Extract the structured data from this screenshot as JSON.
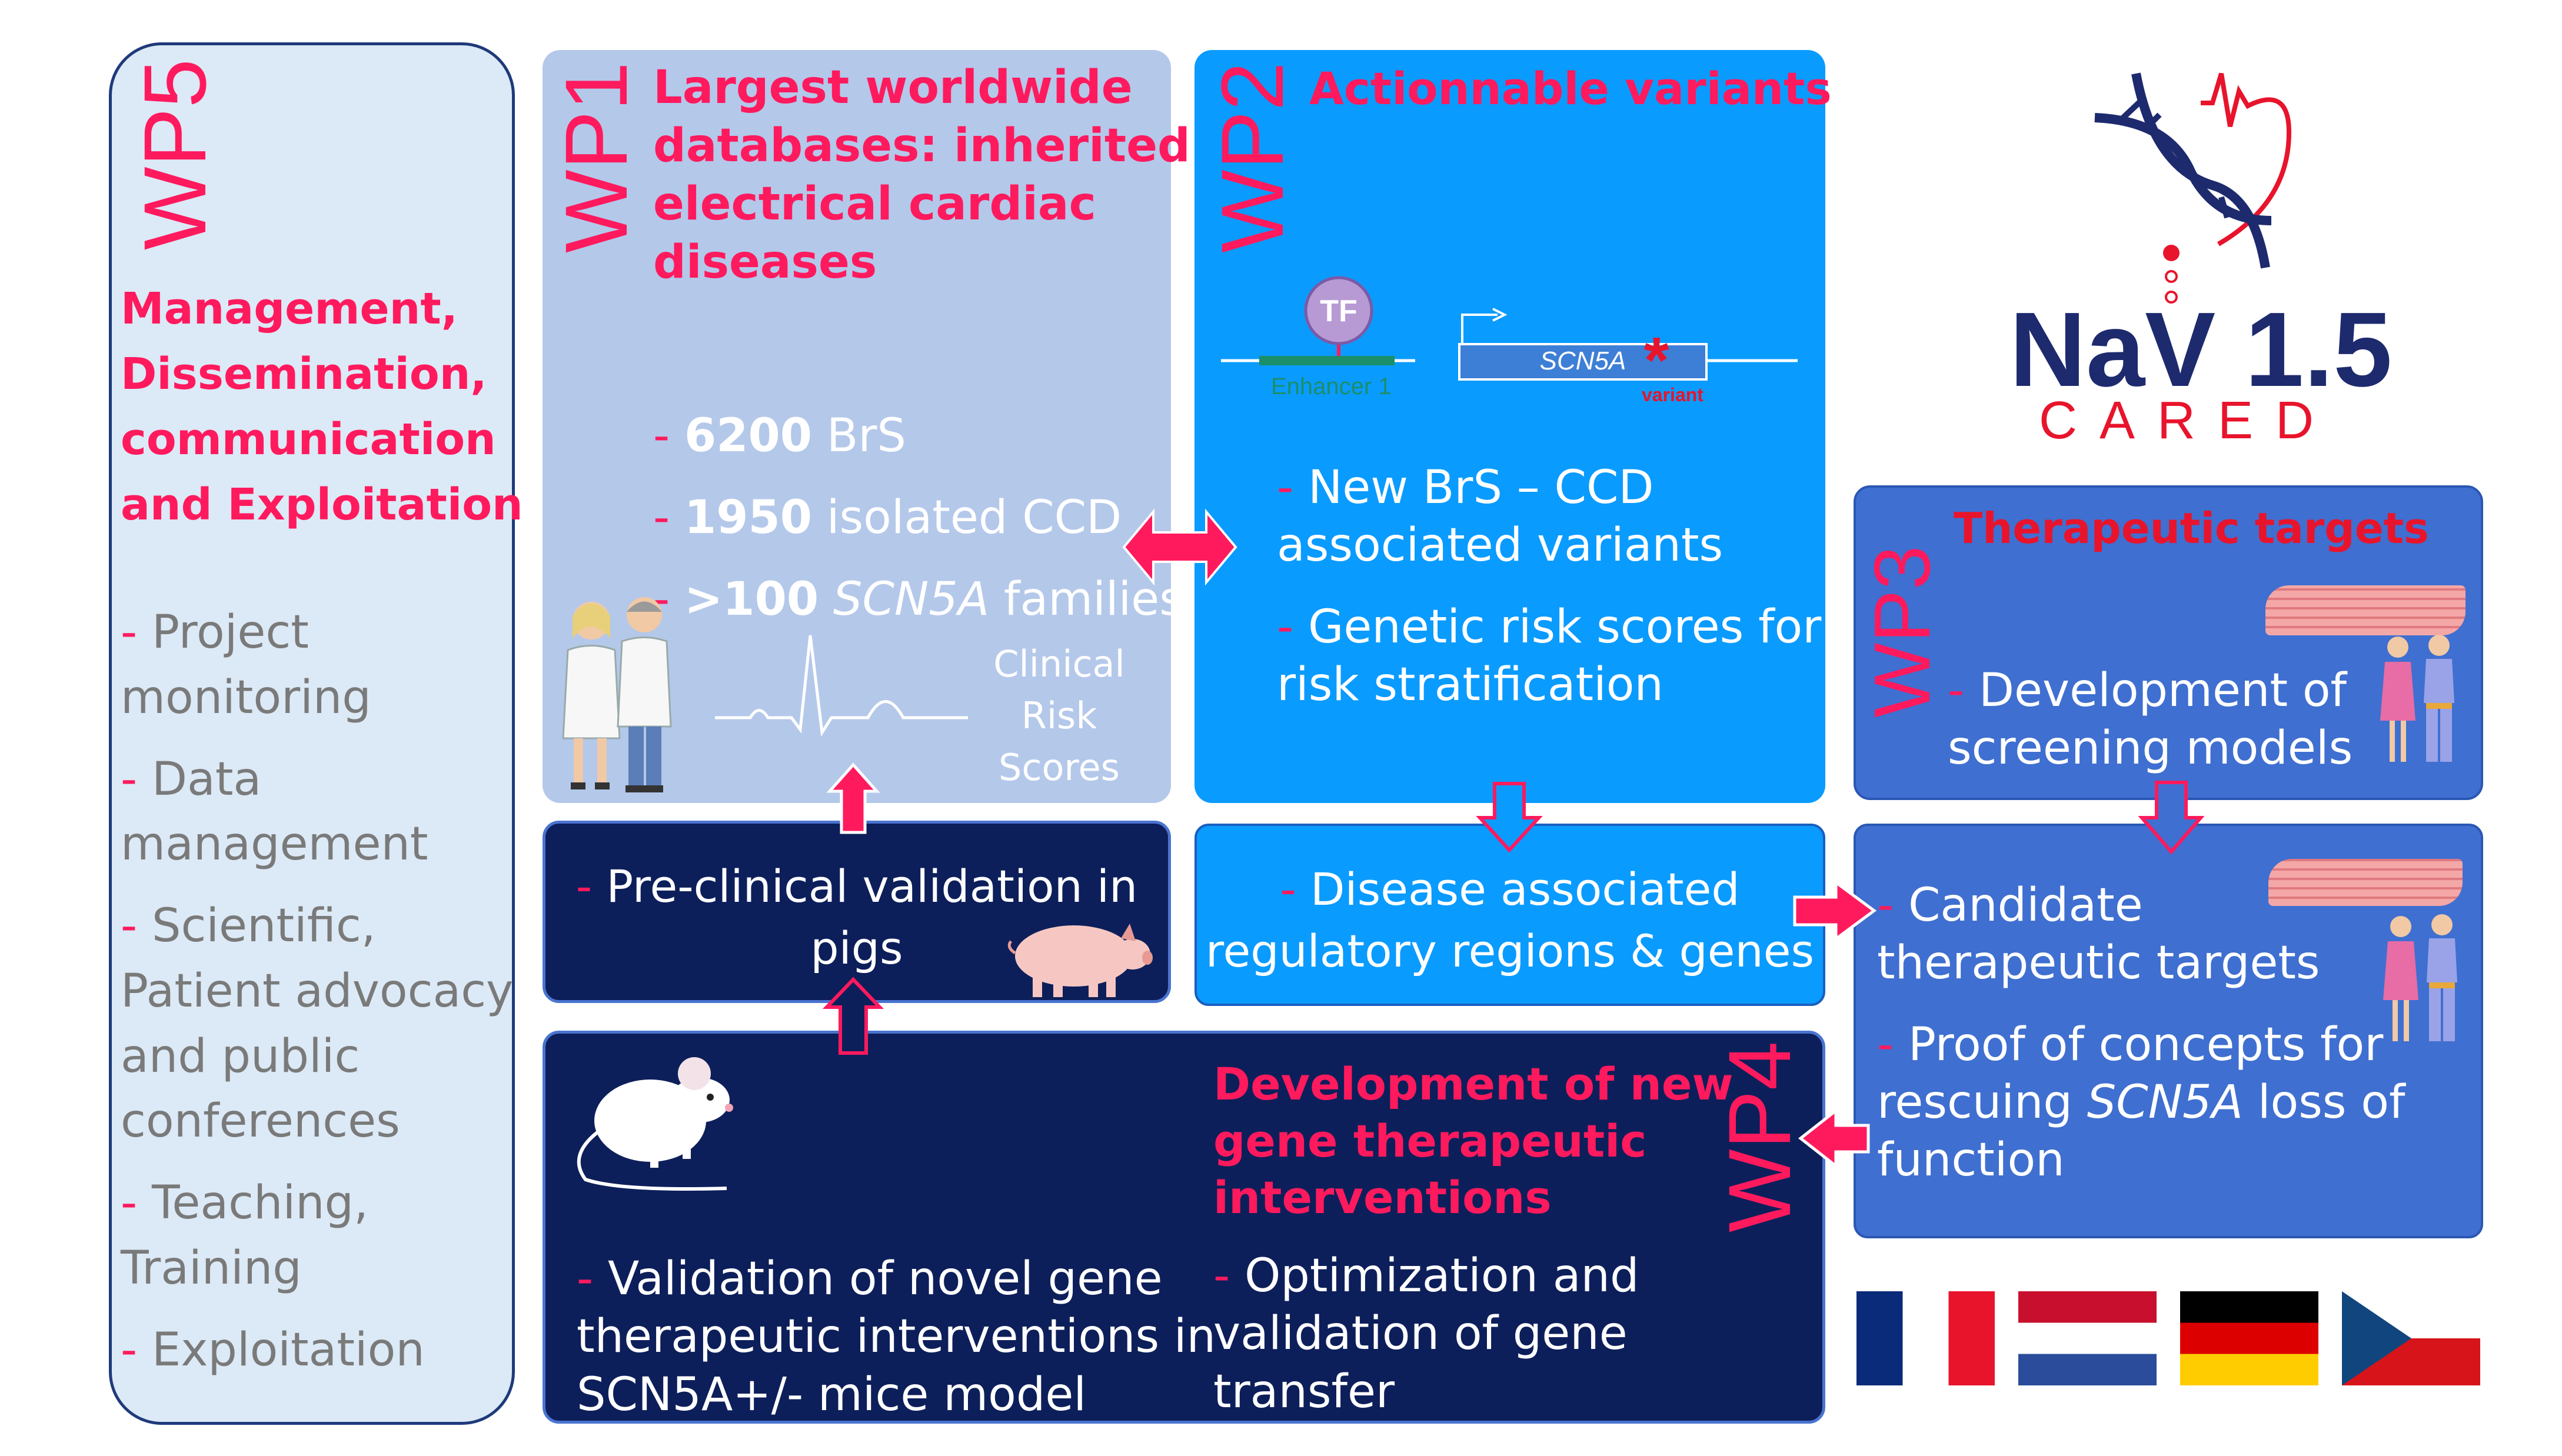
{
  "wp5": {
    "tag": "WP5",
    "title": [
      "Management,",
      "Dissemination,",
      "communication",
      "and Exploitation"
    ],
    "items": [
      [
        "- ",
        "Project",
        "monitoring"
      ],
      [
        "- ",
        "Data",
        "management"
      ],
      [
        "- ",
        "Scientific,",
        "Patient advocacy",
        "and public",
        "conferences"
      ],
      [
        "- ",
        "Teaching,",
        "Training"
      ],
      [
        "- ",
        "Exploitation"
      ]
    ]
  },
  "wp1": {
    "tag": "WP1",
    "title": [
      "Largest worldwide",
      "databases: inherited",
      "electrical cardiac",
      "diseases"
    ],
    "stats": [
      {
        "bullet": "- ",
        "num": "6200",
        "rest": " BrS"
      },
      {
        "bullet": "- ",
        "num": "1950",
        "rest": " isolated CCD"
      },
      {
        "bullet": "- ",
        "num": ">100",
        "italic": " SCN5A",
        "rest": " families"
      }
    ],
    "clinical": [
      "Clinical",
      "Risk",
      "Scores"
    ],
    "doctors_icon": "doctors-icon",
    "ecg_icon": "ecg-trace-icon"
  },
  "wp2": {
    "tag": "WP2",
    "title": "Actionnable variants",
    "tf_label": "TF",
    "enhancer_label": "Enhancer 1",
    "gene_label": "SCN5A",
    "variant_label": "variant",
    "items": [
      [
        "- ",
        "New BrS – CCD",
        "associated variants"
      ],
      [
        "- ",
        "Genetic risk scores for",
        "risk stratification"
      ]
    ]
  },
  "logo": {
    "name_part1": "NaV",
    "name_part2": "1.5",
    "subtitle": "CARED"
  },
  "wp3": {
    "tag": "WP3",
    "title": "Therapeutic targets",
    "items": [
      [
        "- ",
        "Development of",
        "screening models"
      ]
    ]
  },
  "preclinical": {
    "lines": [
      "- ",
      "Pre-clinical validation in",
      "pigs"
    ],
    "icon": "pig-icon"
  },
  "regulatory": {
    "lines": [
      "- ",
      "Disease associated",
      "regulatory regions & genes"
    ]
  },
  "candidate": {
    "item1": [
      "- ",
      "Candidate",
      "therapeutic targets"
    ],
    "item2_bullet": "- ",
    "item2_line1": "Proof of concepts for",
    "item2_pre": "rescuing ",
    "item2_italic": "SCN5A",
    "item2_post": " loss of",
    "item2_line3": "function"
  },
  "wp4": {
    "tag": "WP4",
    "title": [
      "Development of new",
      "gene therapeutic",
      "interventions"
    ],
    "left": [
      "- ",
      "Validation of novel gene",
      "therapeutic interventions in",
      "SCN5A+/- mice model"
    ],
    "right": [
      "- ",
      "Optimization and",
      "validation of gene",
      "transfer"
    ],
    "icon": "mouse-icon"
  },
  "flags": [
    "france-flag",
    "netherlands-flag",
    "germany-flag",
    "czech-flag"
  ],
  "colors": {
    "accent_red": "#ff1a5e",
    "wp1_bg": "#b4c8ea",
    "wp2_bg": "#0a9bff",
    "wp3_bg": "#3f6fd0",
    "navy": "#0d1f5a",
    "wp5_bg": "#dce9f6"
  }
}
